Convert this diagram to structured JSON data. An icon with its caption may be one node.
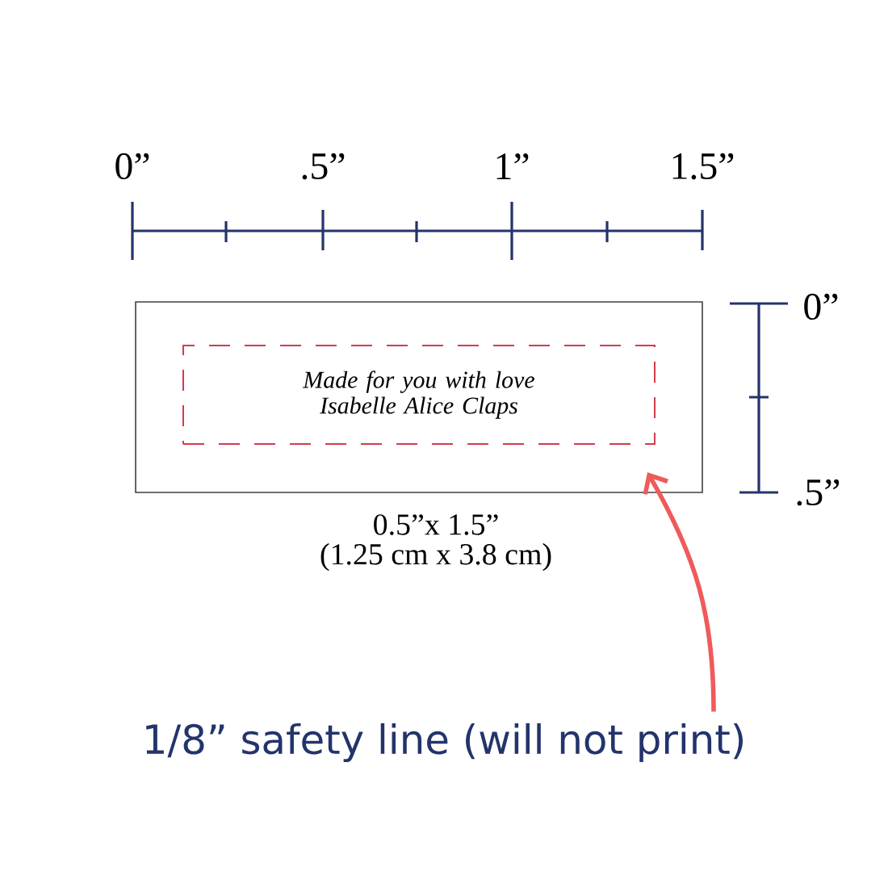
{
  "diagram": {
    "nodes": [
      {
        "text": [],
        "shape": "box",
        "beside": [
          "0.5”x 1.5”",
          "(1.25 cm x 3.8 cm)"
        ]
      },
      {
        "text": [
          "Made for you with love Isabelle Alice Claps"
        ],
        "in": 0
      },
      {
        "text": [
          "1/8” safety line (will not print)"
        ]
      }
    ],
    "edges": [
      {
        "from": 2,
        "to": 1,
        "arrow": "to"
      }
    ],
    "labels": [
      "0”",
      ".5”",
      "1”",
      "1.5”",
      "0”",
      ".5”"
    ]
  }
}
